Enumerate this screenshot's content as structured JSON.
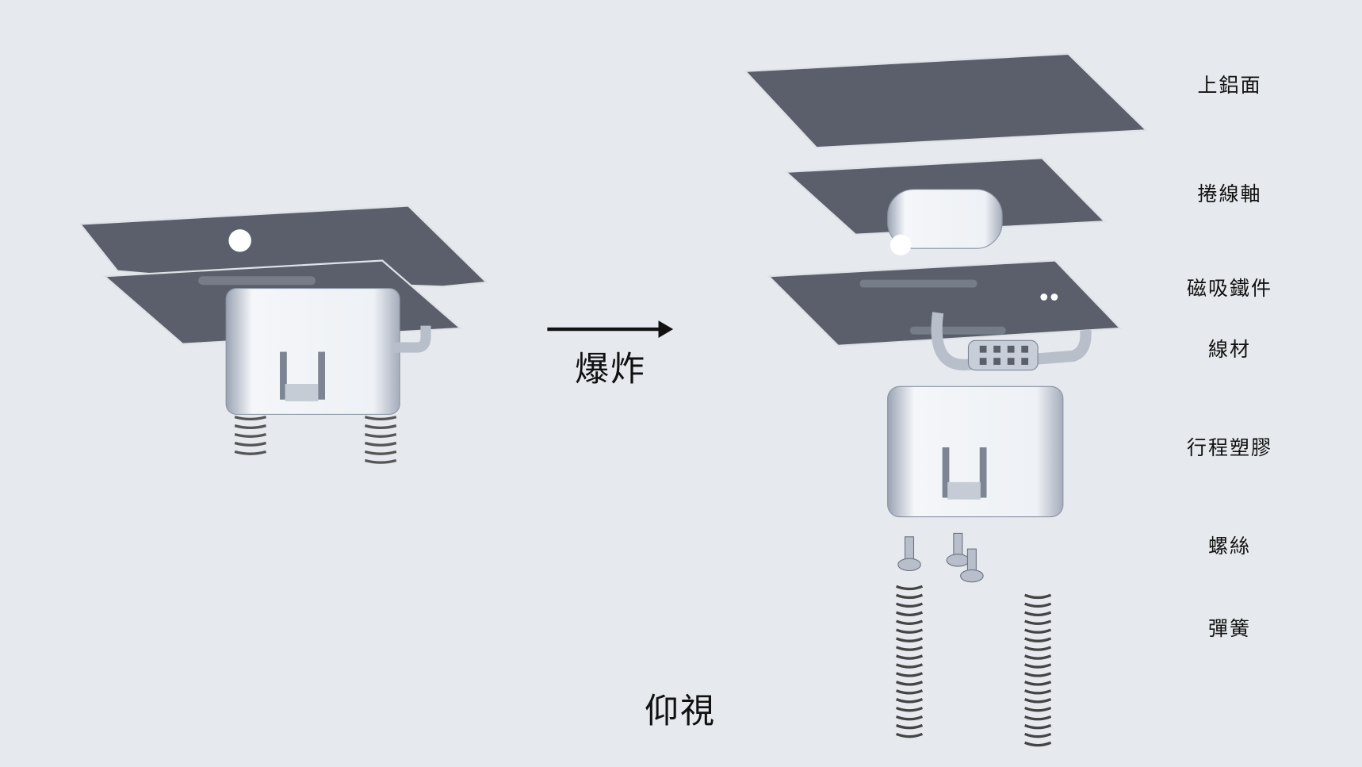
{
  "colors": {
    "background": "#e6e9ed",
    "plate": "#5a5f6b",
    "plastic": "#f2f4f7",
    "metal": "#b8bfca"
  },
  "arrow_label": "爆炸",
  "view_label": "仰視",
  "parts": [
    {
      "id": "top-aluminum",
      "label": "上鋁面"
    },
    {
      "id": "cable-reel",
      "label": "捲線軸"
    },
    {
      "id": "magnetic-iron",
      "label": "磁吸鐵件"
    },
    {
      "id": "wire",
      "label": "線材"
    },
    {
      "id": "travel-plastic",
      "label": "行程塑膠"
    },
    {
      "id": "screws",
      "label": "螺絲"
    },
    {
      "id": "springs",
      "label": "彈簧"
    }
  ]
}
